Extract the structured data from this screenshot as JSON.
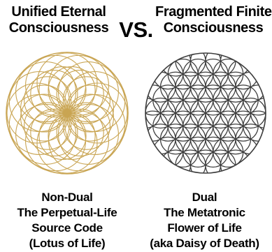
{
  "left": {
    "heading_lines": [
      "Unified Eternal",
      "Consciousness"
    ],
    "caption_lines": [
      "Non-Dual",
      "The Perpetual-Life",
      "Source Code",
      "(Lotus of Life)"
    ],
    "figure": {
      "ring_color": "#c9a553",
      "rings_per_layer": 16,
      "layers": 2
    }
  },
  "vs_label": "VS.",
  "right": {
    "heading_lines": [
      "Fragmented Finite",
      "Consciousness"
    ],
    "caption_lines": [
      "Dual",
      "The Metatronic",
      "Flower of Life",
      "(aka Daisy of Death)"
    ],
    "figure": {
      "line_color": "#3d3d3d",
      "grid_rings": 4
    }
  }
}
